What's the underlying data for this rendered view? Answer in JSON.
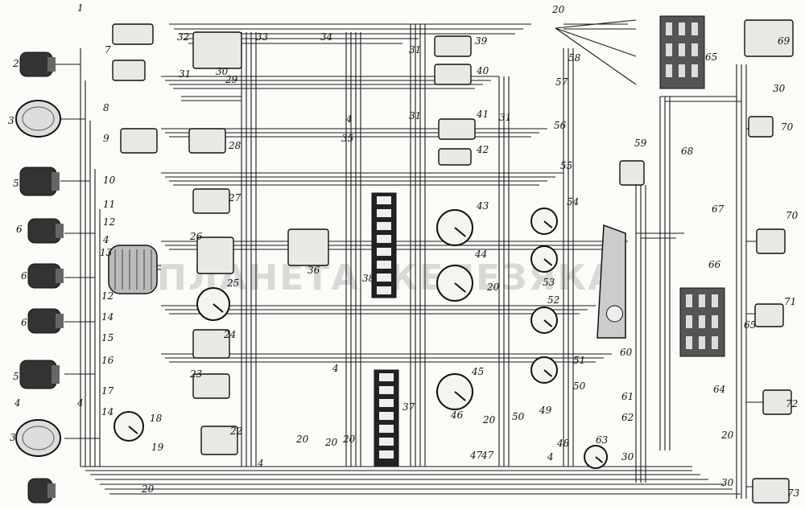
{
  "diagram": {
    "type": "automotive wiring schematic",
    "watermark": "ПЛАНЕТА ЖЕЛЕЗЯКА",
    "callout_labels": [
      "1",
      "2",
      "3",
      "5",
      "6",
      "6",
      "6",
      "5",
      "4",
      "3",
      "4",
      "7",
      "8",
      "9",
      "10",
      "11",
      "12",
      "4",
      "13",
      "12",
      "14",
      "15",
      "16",
      "17",
      "14",
      "18",
      "19",
      "20",
      "20",
      "20",
      "20",
      "4",
      "4",
      "22",
      "23",
      "24",
      "25",
      "26",
      "27",
      "28",
      "29",
      "30",
      "31",
      "32",
      "33",
      "31",
      "34",
      "35",
      "4",
      "31",
      "31",
      "36",
      "37",
      "38",
      "39",
      "40",
      "41",
      "42",
      "43",
      "44",
      "45",
      "46",
      "47",
      "48",
      "49",
      "50",
      "50",
      "51",
      "52",
      "53",
      "54",
      "55",
      "56",
      "57",
      "58",
      "59",
      "60",
      "61",
      "62",
      "63",
      "64",
      "65",
      "65",
      "66",
      "67",
      "68",
      "69",
      "70",
      "70",
      "71",
      "72",
      "73",
      "30",
      "30",
      "30",
      "20",
      "20",
      "47",
      "4",
      "20",
      "20"
    ]
  }
}
